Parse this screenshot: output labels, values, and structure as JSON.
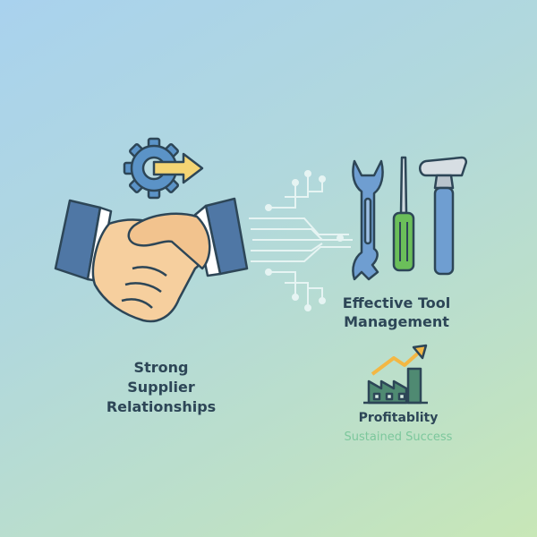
{
  "supplier_label": [
    "Strong",
    "Supplier",
    "Relationships"
  ],
  "tool_label": [
    "Effective Tool",
    "Management"
  ],
  "profit_label": "Profitablity",
  "sustained_label": "Sustained Success",
  "colors": {
    "outline": "#2d4657",
    "sleeve": "#4f77a5",
    "skin": "#f6cf9e",
    "gear": "#5b93c7",
    "arrow": "#f4d574",
    "wrench": "#6f9ed1",
    "screwdriver_handle": "#6bbf5a",
    "hammer_handle": "#6f9ed1",
    "circuit": "#e6f4f3",
    "chart_line": "#f3b744",
    "factory": "#4f8a72",
    "accent_green": "#7cc79c"
  },
  "icons": [
    "gear-arrow-icon",
    "handshake-icon",
    "circuit-lines-icon",
    "wrench-icon",
    "screwdriver-icon",
    "hammer-icon",
    "factory-growth-icon"
  ]
}
